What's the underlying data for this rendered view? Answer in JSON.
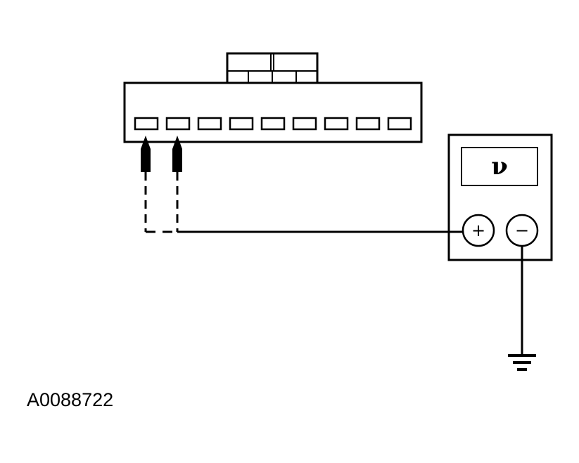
{
  "figure_id": "A0088722",
  "meter": {
    "display_symbol": "ν",
    "positive_terminal": "+",
    "negative_terminal": "−"
  },
  "connector": {
    "terminal_count": 9,
    "probed_terminals": [
      1,
      2
    ]
  },
  "icons": {
    "ground": "ground-icon",
    "probe": "probe-arrow-icon"
  },
  "colors": {
    "line": "#000000",
    "background": "#ffffff"
  }
}
